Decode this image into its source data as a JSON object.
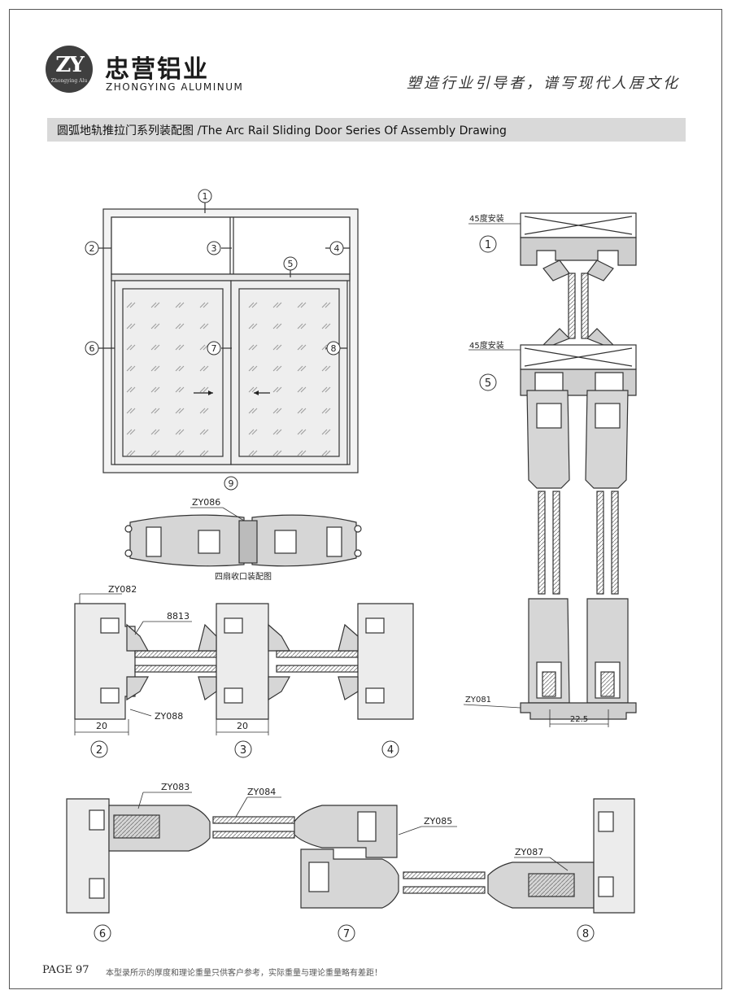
{
  "header": {
    "logo_mono": "ZY",
    "logo_sub": "Zhongying Alu",
    "brand_cn": "忠营铝业",
    "brand_en": "ZHONGYING ALUMINUM",
    "slogan": "塑造行业引导者，谱写现代人居文化"
  },
  "title_bar": {
    "text": "圆弧地轨推拉门系列装配图 /The Arc Rail Sliding Door Series Of Assembly Drawing"
  },
  "elevation": {
    "callouts": [
      "1",
      "2",
      "3",
      "4",
      "5",
      "6",
      "7",
      "8",
      "9"
    ]
  },
  "vertical_section": {
    "install_top": "45度安装",
    "install_mid": "45度安装",
    "callout_top": "1",
    "callout_mid": "5",
    "bottom_label": "ZY081",
    "dimension": "22.5"
  },
  "four_leaf": {
    "label": "ZY086",
    "caption": "四扇收口装配图"
  },
  "section_234": {
    "labels": [
      "ZY082",
      "8813",
      "ZY088"
    ],
    "dim_left": "20",
    "dim_mid": "20",
    "callouts": [
      "2",
      "3",
      "4"
    ]
  },
  "section_678": {
    "labels": [
      "ZY083",
      "ZY084",
      "ZY085",
      "ZY087"
    ],
    "callouts": [
      "6",
      "7",
      "8"
    ]
  },
  "footer": {
    "page": "PAGE  97",
    "note": "本型录所示的厚度和理论重量只供客户参考，实际重量与理论重量略有差距！"
  }
}
